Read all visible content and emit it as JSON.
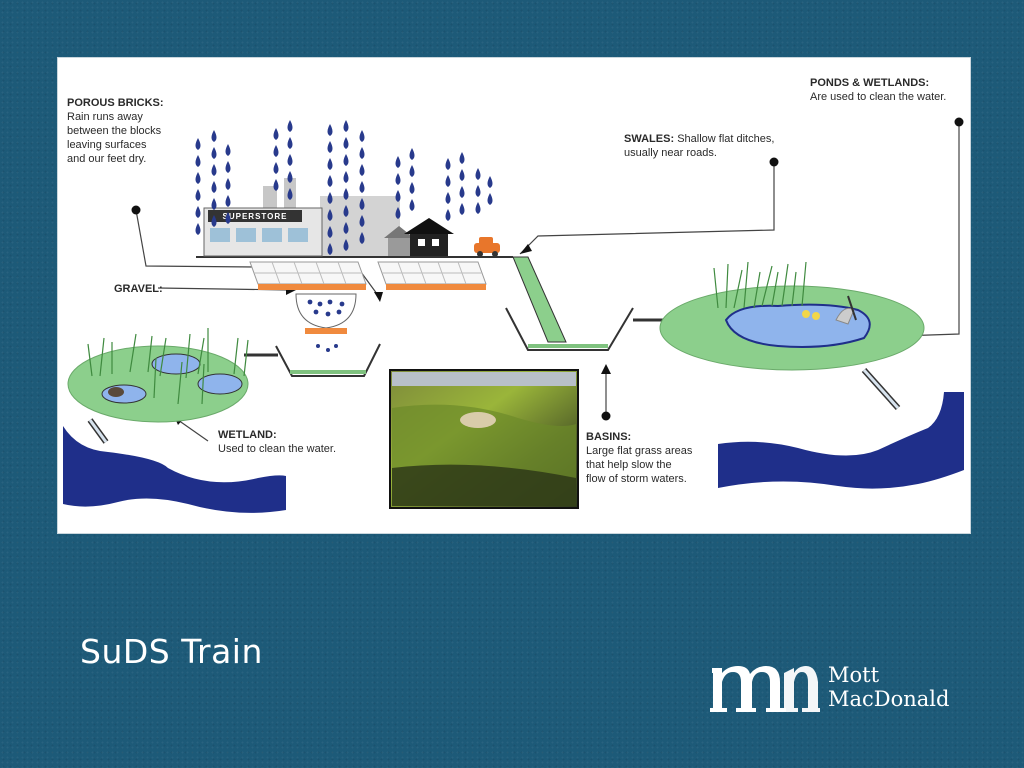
{
  "slide": {
    "title": "SuDS Train"
  },
  "diagram": {
    "labels": {
      "porous_bricks": {
        "title": "POROUS BRICKS:",
        "lines": [
          "Rain runs away",
          "between the blocks",
          "leaving surfaces",
          "and our feet dry."
        ]
      },
      "gravel": {
        "title": "GRAVEL:"
      },
      "swales": {
        "title": "SWALES:",
        "text": "Shallow flat ditches,",
        "line2": "usually near roads."
      },
      "ponds_wetlands": {
        "title": "PONDS & WETLANDS:",
        "text": "Are used to clean the water."
      },
      "wetland": {
        "title": "WETLAND:",
        "text": "Used to clean the water."
      },
      "basins": {
        "title": "BASINS:",
        "lines": [
          "Large flat grass areas",
          "that help slow the",
          "flow of storm waters."
        ]
      }
    },
    "store_sign": "SUPERSTORE"
  },
  "logo": {
    "line1": "Mott",
    "line2": "MacDonald"
  },
  "colors": {
    "background": "#1d5a78",
    "grass": "#8ccf8c",
    "water": "#1f2f8a",
    "pond": "#8fb4ec",
    "rain": "#283a8c",
    "paving": "#f08a3e"
  }
}
